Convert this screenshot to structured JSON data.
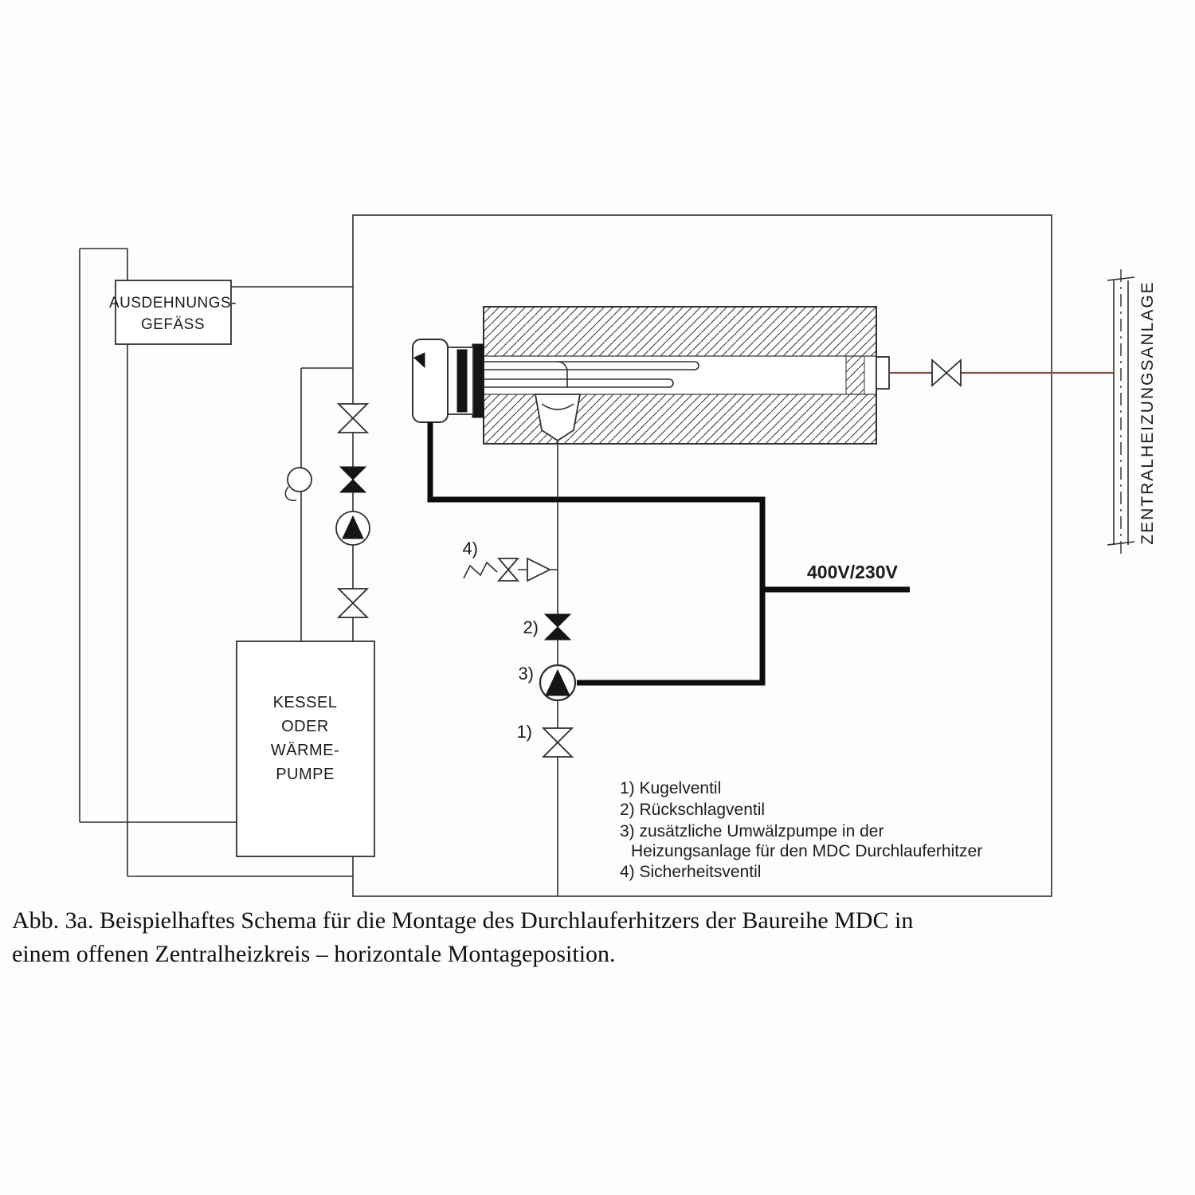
{
  "figure": {
    "caption_line1": "Abb. 3a. Beispielhaftes Schema für die Montage des Durchlauferhitzers der Baureihe MDC in",
    "caption_line2": "einem offenen Zentralheizkreis – horizontale Montageposition."
  },
  "labels": {
    "expansion_vessel_line1": "AUSDEHNUNGS-",
    "expansion_vessel_line2": "GEFÄSS",
    "boiler_line1": "KESSEL",
    "boiler_line2": "ODER",
    "boiler_line3": "WÄRME-",
    "boiler_line4": "PUMPE",
    "central_heating": "ZENTRALHEIZUNGSANLAGE",
    "voltage": "400V/230V"
  },
  "markers": {
    "m1": "1)",
    "m2": "2)",
    "m3": "3)",
    "m4": "4)"
  },
  "legend": {
    "item1": "1) Kugelventil",
    "item2": "2) Rückschlagventil",
    "item3a": "3) zusätzliche Umwälzpumpe in der",
    "item3b": "Heizungsanlage für den MDC Durchlauferhitzer",
    "item4": "4) Sicherheitsventil"
  },
  "colors": {
    "line": "#2f2f2f",
    "pipe_accent": "#7a5548",
    "electric": "#0d0d0d"
  }
}
